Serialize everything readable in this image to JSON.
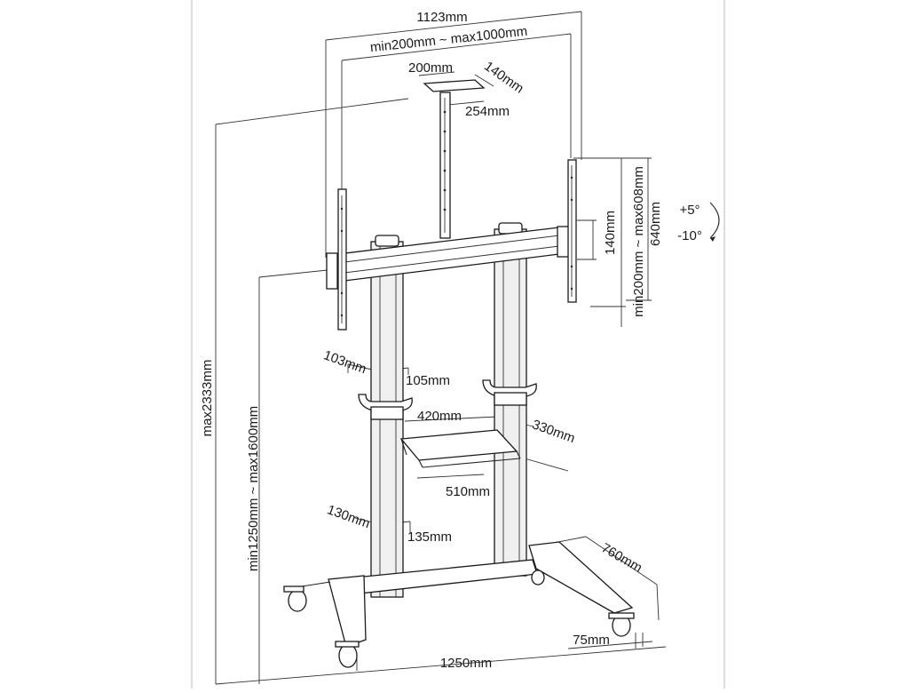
{
  "diagram": {
    "subject": "Mobile TV stand dimension drawing",
    "dimensions": {
      "overall_width": "1123mm",
      "vesa_width_range": "min200mm ~ max1000mm",
      "camera_shelf_width": "200mm",
      "camera_shelf_depth": "140mm",
      "camera_shelf_height": "254mm",
      "vesa_height_range": "min200mm ~ max608mm",
      "bracket_height": "140mm",
      "bracket_length": "640mm",
      "tilt_up": "+5°",
      "tilt_down": "-10°",
      "max_height": "max2333mm",
      "height_range": "min1250mm ~ max1600mm",
      "upper_column_depth": "103mm",
      "upper_column_width": "105mm",
      "shelf_width": "420mm",
      "shelf_depth": "330mm",
      "shelf_total_width": "510mm",
      "lower_column_depth": "130mm",
      "lower_column_width": "135mm",
      "base_depth": "760mm",
      "caster_height": "75mm",
      "base_width": "1250mm"
    }
  }
}
